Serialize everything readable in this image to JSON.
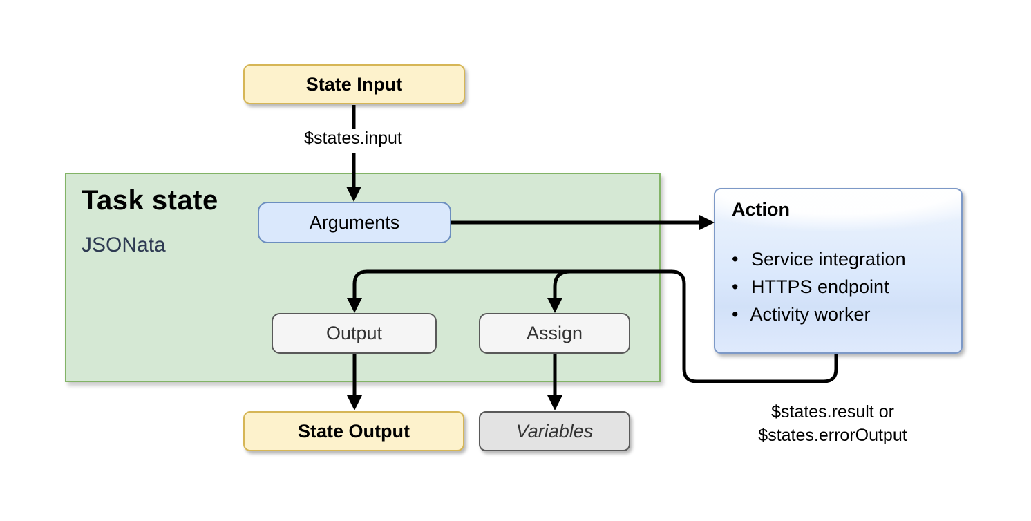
{
  "colors": {
    "yellow-fill": "#fdf2cc",
    "yellow-border": "#d6b656",
    "green-fill": "#d5e8d4",
    "green-border": "#82b366",
    "blue-fill": "#dae8fc",
    "blue-border": "#6c8ebf",
    "gray-fill": "#f5f5f5",
    "gray-border": "#595959",
    "dark-gray-fill": "#e3e3e3",
    "action-border": "#7d99c7",
    "subtitle-color": "#2e3a52",
    "line-color": "#000000"
  },
  "nodes": {
    "state_input": {
      "label": "State Input"
    },
    "task_state": {
      "title": "Task state",
      "subtitle": "JSONata"
    },
    "arguments": {
      "label": "Arguments"
    },
    "output": {
      "label": "Output"
    },
    "assign": {
      "label": "Assign"
    },
    "action": {
      "title": "Action",
      "bullets": [
        "Service integration",
        "HTTPS endpoint",
        "Activity worker"
      ]
    },
    "state_output": {
      "label": "State Output"
    },
    "variables": {
      "label": "Variables"
    }
  },
  "edge_labels": {
    "input": "$states.input",
    "result_line1": "$states.result or",
    "result_line2": "$states.errorOutput"
  }
}
